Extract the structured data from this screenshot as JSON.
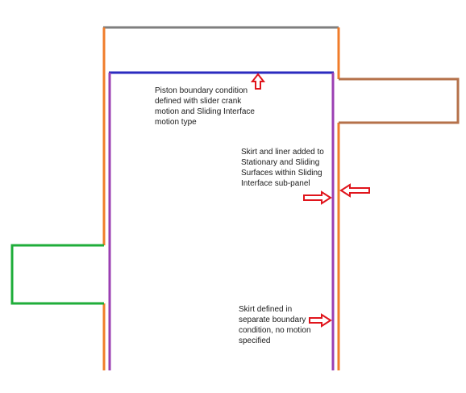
{
  "annotations": {
    "piston_boundary": "Piston boundary condition\ndefined with slider crank\nmotion and Sliding Interface\nmotion type",
    "skirt_liner": "Skirt and liner added to\nStationary and Sliding\nSurfaces within Sliding\nInterface sub-panel",
    "skirt_separate": "Skirt defined in\nseparate boundary\ncondition, no motion\nspecified"
  },
  "colors": {
    "liner_wall": "#f07c2a",
    "cylinder_head": "#7f7f7f",
    "piston_top": "#2b2bbf",
    "piston_skirt": "#9b3fb3",
    "outlet_port": "#b5714a",
    "inlet_port": "#1fad3a",
    "arrow_outline": "#e0151c"
  }
}
